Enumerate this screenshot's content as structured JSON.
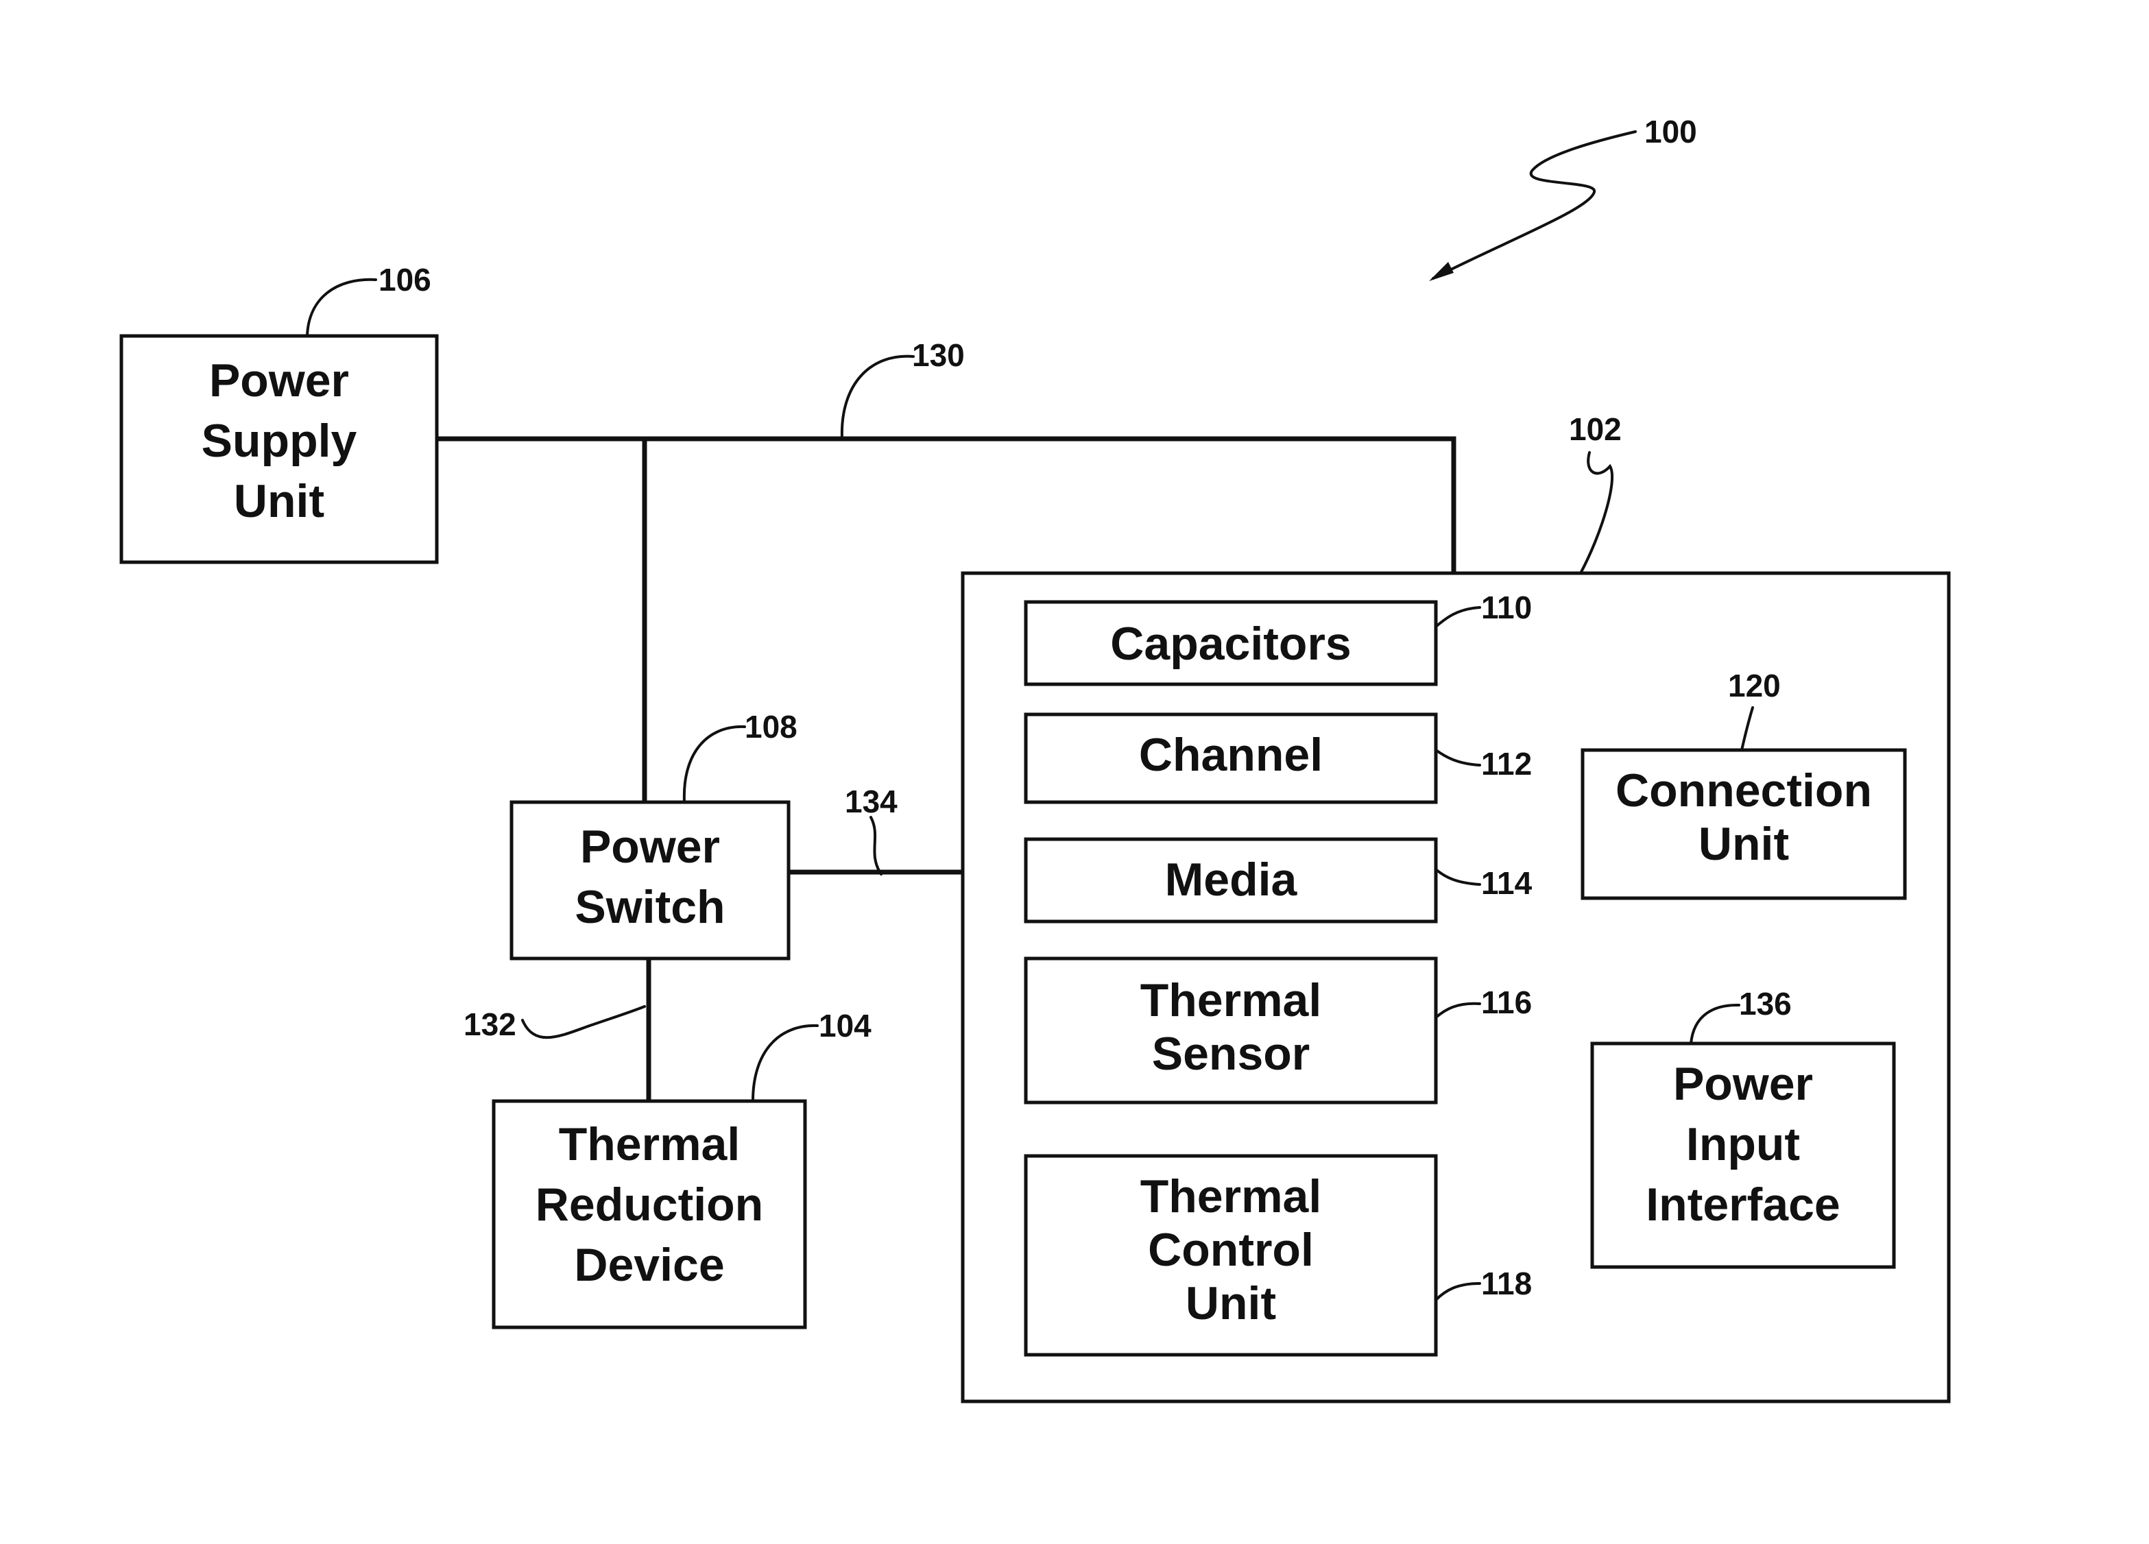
{
  "diagram": {
    "system_ref": "100",
    "nodes": {
      "power_supply_unit": {
        "lines": [
          "Power",
          "Supply",
          "Unit"
        ],
        "ref": "106"
      },
      "power_switch": {
        "lines": [
          "Power",
          "Switch"
        ],
        "ref": "108"
      },
      "thermal_reduction_device": {
        "lines": [
          "Thermal",
          "Reduction",
          "Device"
        ],
        "ref": "104"
      },
      "device": {
        "ref": "102"
      },
      "capacitors": {
        "lines": [
          "Capacitors"
        ],
        "ref": "110"
      },
      "channel": {
        "lines": [
          "Channel"
        ],
        "ref": "112"
      },
      "media": {
        "lines": [
          "Media"
        ],
        "ref": "114"
      },
      "thermal_sensor": {
        "lines": [
          "Thermal",
          "Sensor"
        ],
        "ref": "116"
      },
      "thermal_control_unit": {
        "lines": [
          "Thermal",
          "Control",
          "Unit"
        ],
        "ref": "118"
      },
      "connection_unit": {
        "lines": [
          "Connection",
          "Unit"
        ],
        "ref": "120"
      },
      "power_input_interface": {
        "lines": [
          "Power",
          "Input",
          "Interface"
        ],
        "ref": "136"
      }
    },
    "connections": {
      "main_bus": {
        "ref": "130"
      },
      "switch_to_thermal": {
        "ref": "132"
      },
      "switch_to_device": {
        "ref": "134"
      }
    }
  }
}
